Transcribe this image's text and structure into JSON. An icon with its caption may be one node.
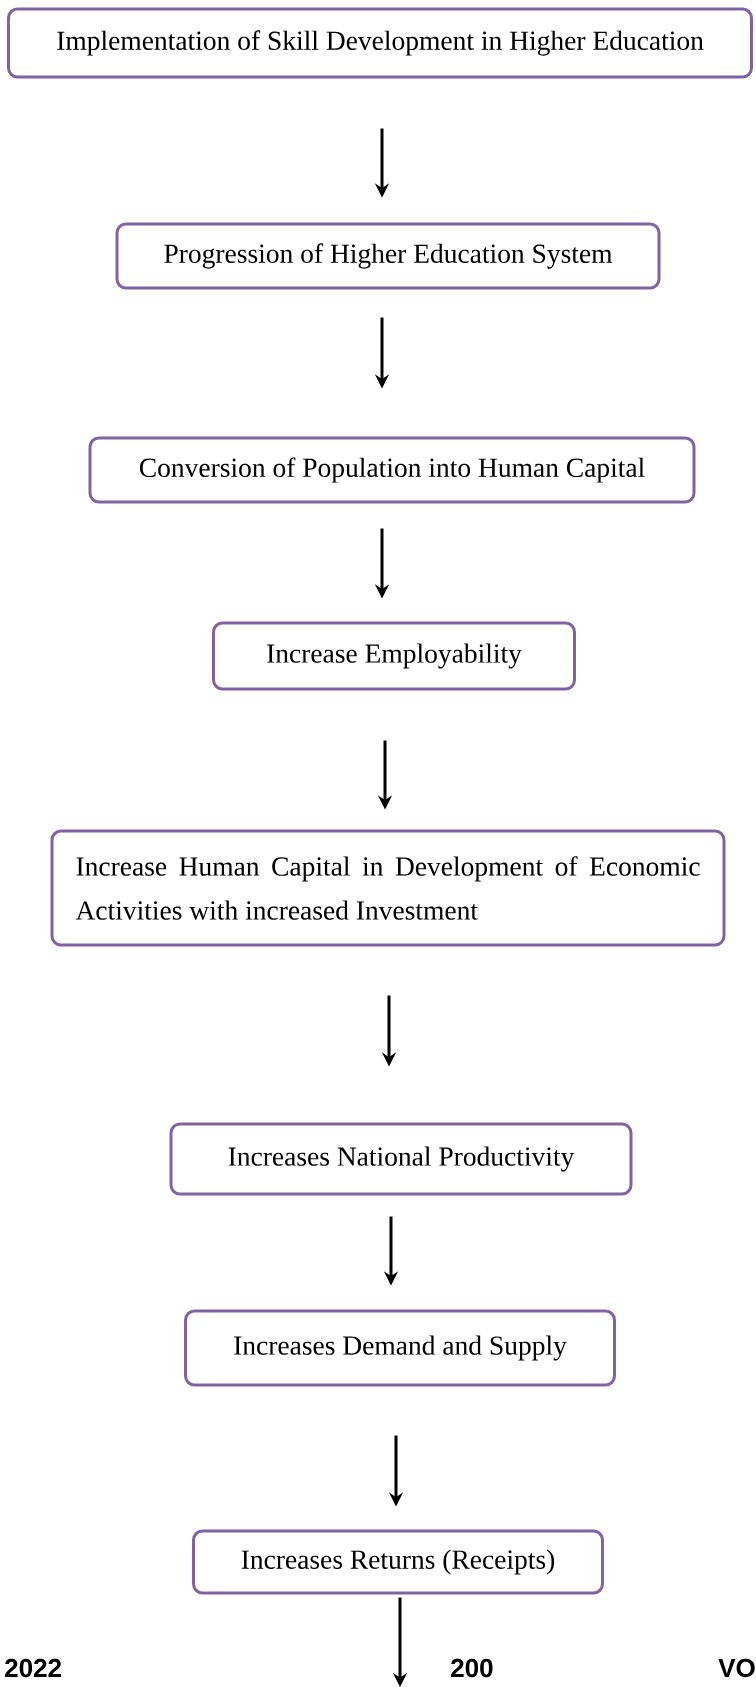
{
  "diagram": {
    "nodes": [
      {
        "text": [
          "Implementation of Skill Development in Higher Education"
        ]
      },
      {
        "text": [
          "Progression of Higher Education System"
        ]
      },
      {
        "text": [
          "Conversion of Population into Human Capital"
        ]
      },
      {
        "text": [
          "Increase Employability"
        ]
      },
      {
        "text": [
          "Increase Human Capital in Development of Economic Activities with increased Investment"
        ]
      },
      {
        "text": [
          "Increases National Productivity"
        ]
      },
      {
        "text": [
          "Increases Demand and Supply"
        ]
      },
      {
        "text": [
          "Increases Returns (Receipts)"
        ]
      }
    ],
    "edges": [
      {
        "from": 0,
        "to": 1,
        "arrow": "to"
      },
      {
        "from": 1,
        "to": 2,
        "arrow": "to"
      },
      {
        "from": 2,
        "to": 3,
        "arrow": "to"
      },
      {
        "from": 3,
        "to": 4,
        "arrow": "to"
      },
      {
        "from": 4,
        "to": 5,
        "arrow": "to"
      },
      {
        "from": 5,
        "to": 6,
        "arrow": "to"
      },
      {
        "from": 6,
        "to": 7,
        "arrow": "to"
      },
      {
        "from": 7,
        "to": null,
        "arrow": "to"
      }
    ],
    "labels": [
      "2022",
      "200",
      "VO"
    ]
  }
}
